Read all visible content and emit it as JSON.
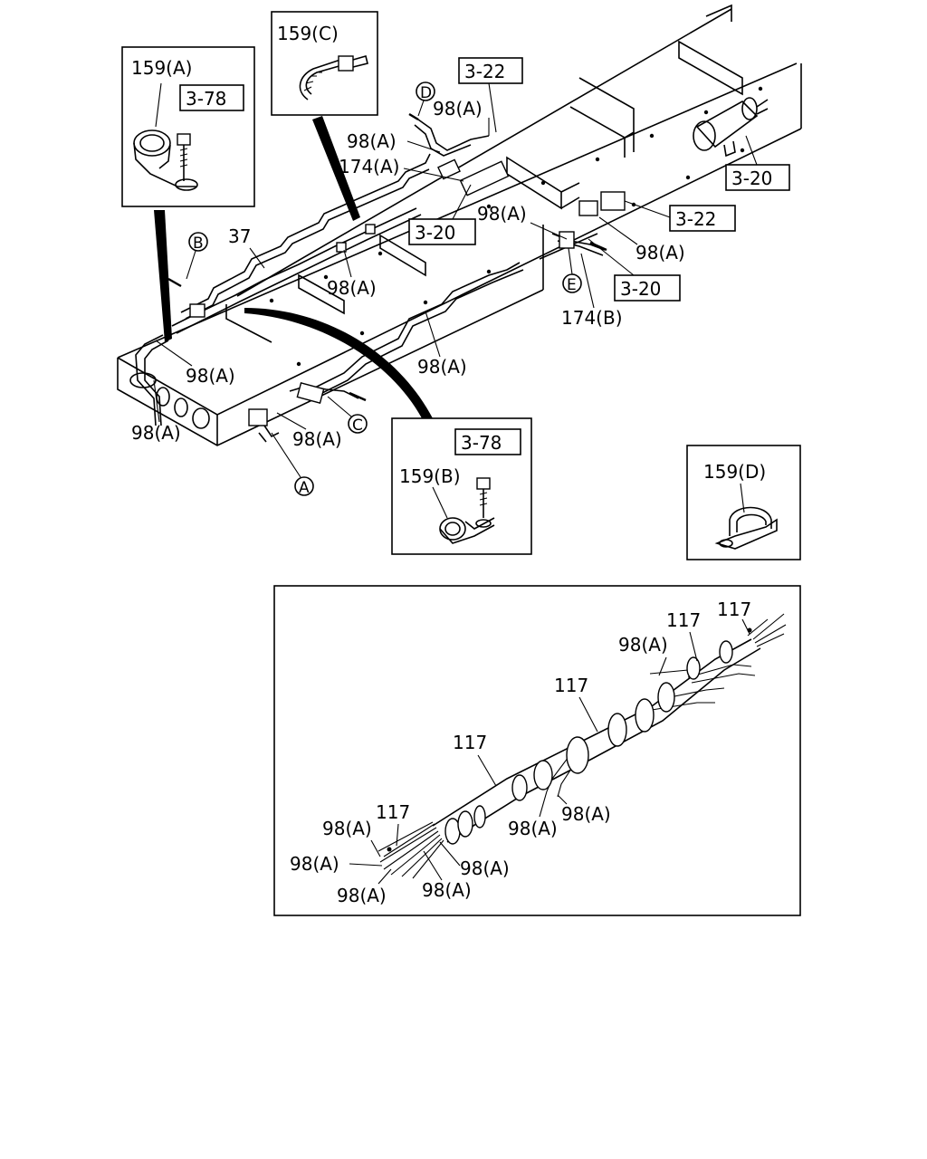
{
  "insets": {
    "clamp_a": {
      "part": "159(A)",
      "ref": "3-78"
    },
    "clamp_c": {
      "part": "159(C)"
    },
    "clamp_b": {
      "part": "159(B)",
      "ref": "3-78"
    },
    "clamp_d": {
      "part": "159(D)"
    }
  },
  "frame": {
    "part_37": "37",
    "circle_a": "A",
    "circle_b": "B",
    "circle_c": "C",
    "circle_d": "D",
    "circle_e": "E",
    "part_174a": "174(A)",
    "part_174b": "174(B)",
    "ref_322": "3-22",
    "ref_320": "3-20",
    "pipe": "98(A)"
  },
  "bundle": {
    "harness": "117",
    "pipe": "98(A)"
  }
}
